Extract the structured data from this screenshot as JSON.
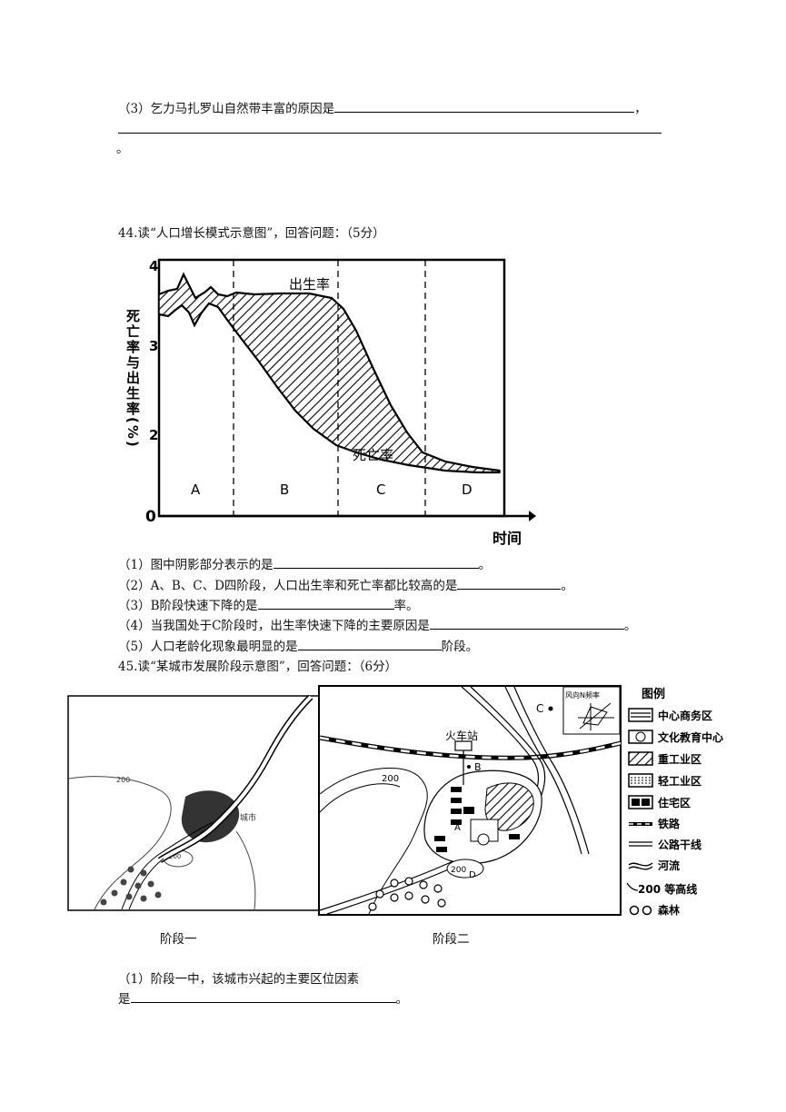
{
  "q43_3": {
    "text": "（3）乞力马扎罗山自然带丰富的原因是",
    "comma": "，",
    "end": "。"
  },
  "q44": {
    "title": "44.读“人口增长模式示意图”，回答问题：（5分）",
    "chart": {
      "ylabel": "死亡率与出生率(%)",
      "xlabel": "时间",
      "y_ticks": [
        "4",
        "3",
        "2",
        "0"
      ],
      "stages": [
        "A",
        "B",
        "C",
        "D"
      ],
      "label_birth": "出生率",
      "label_death": "死亡率"
    },
    "questions": [
      {
        "pre": "（1）图中阴影部分表示的是",
        "post": "。"
      },
      {
        "pre": "（2）A、B、C、D四阶段，人口出生率和死亡率都比较高的是",
        "post": "。"
      },
      {
        "pre": "（3）B阶段快速下降的是",
        "post": "率。"
      },
      {
        "pre": "（4）当我国处于C阶段时，出生率快速下降的主要原因是",
        "post": "。"
      },
      {
        "pre": "（5）人口老龄化现象最明显的是",
        "post": "阶段。"
      }
    ]
  },
  "chart_data": {
    "type": "area",
    "x_label": "时间",
    "y_label": "死亡率与出生率(%)",
    "y_ticks": [
      0,
      2,
      3,
      4
    ],
    "stages": [
      "A",
      "B",
      "C",
      "D"
    ],
    "series": [
      {
        "name": "出生率",
        "shape": "high plateau in A and B, rapid decline in C, low in D"
      },
      {
        "name": "死亡率",
        "shape": "high and fluctuating in A, rapid decline in B, low in C and D"
      }
    ]
  },
  "q45": {
    "title": "45.读“某城市发展阶段示意图”，回答问题：（6分）",
    "map1": {
      "contour": "200",
      "city": "城市",
      "contour2": "200",
      "caption": "阶段一"
    },
    "map2": {
      "station": "火车站",
      "contour": "200",
      "contour2": "200",
      "pointA": "A",
      "pointB": "B",
      "pointC": "C",
      "pointD": "D",
      "wind": "风向N频率",
      "caption": "阶段二"
    },
    "legend": {
      "title": "图例",
      "items": [
        "中心商务区",
        "文化教育中心",
        "重工业区",
        "轻工业区",
        "住宅区",
        "铁路",
        "公路干线",
        "河流",
        "200 等高线",
        "森林"
      ]
    },
    "question1_a": "（1）阶段一中，该城市兴起的主要区位因素",
    "question1_b": "是",
    "question1_end": "。"
  }
}
